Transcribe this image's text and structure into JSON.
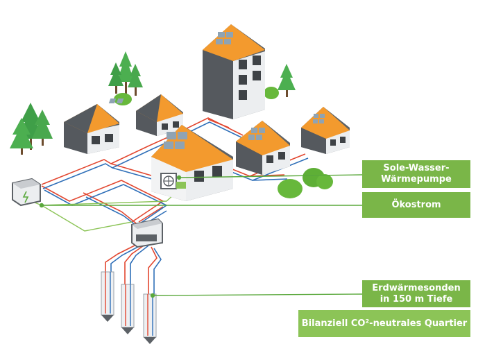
{
  "labels": {
    "pump_line1": "Sole-Wasser-",
    "pump_line2": "Wärmepumpe",
    "oekostrom": "Ökostrom",
    "sonden_line1": "Erdwärmesonden",
    "sonden_line2": "in 150 m Tiefe",
    "quartier": "Bilanziell CO²-neutrales Quartier"
  },
  "colors": {
    "label_green": "#7ab648",
    "label_green_light": "#8cc457",
    "connector_green": "#5aa83c",
    "roof_orange": "#f39a2e",
    "wall_light": "#eef0f2",
    "wall_dark": "#55595e",
    "pipe_red": "#e2462f",
    "pipe_blue": "#2f6fb8",
    "tree_green": "#4caf50",
    "bush_green": "#67b83b"
  }
}
